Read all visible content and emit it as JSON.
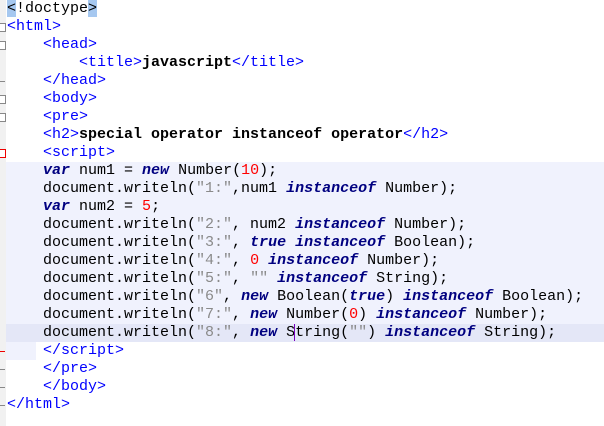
{
  "editor": {
    "lines": [
      {
        "fold": "",
        "tokens": [
          {
            "t": "<",
            "c": "hl"
          },
          {
            "t": "!doctype"
          },
          {
            "t": ">",
            "c": "hl"
          }
        ]
      },
      {
        "fold": "open",
        "tokens": [
          {
            "t": "<html>",
            "c": "tag"
          }
        ]
      },
      {
        "fold": "open",
        "tokens": [
          {
            "t": "    "
          },
          {
            "t": "<head>",
            "c": "tag"
          }
        ]
      },
      {
        "fold": "",
        "tokens": [
          {
            "t": "        "
          },
          {
            "t": "<title>",
            "c": "tag"
          },
          {
            "t": "javascript",
            "c": "bold"
          },
          {
            "t": "</title>",
            "c": "tag"
          }
        ]
      },
      {
        "fold": "end",
        "tokens": [
          {
            "t": "    "
          },
          {
            "t": "</head>",
            "c": "tag"
          }
        ]
      },
      {
        "fold": "open",
        "tokens": [
          {
            "t": "    "
          },
          {
            "t": "<body>",
            "c": "tag"
          }
        ]
      },
      {
        "fold": "open",
        "tokens": [
          {
            "t": "    "
          },
          {
            "t": "<pre>",
            "c": "tag"
          }
        ]
      },
      {
        "fold": "",
        "tokens": [
          {
            "t": "    "
          },
          {
            "t": "<h2>",
            "c": "tag"
          },
          {
            "t": "special operator instanceof operator",
            "c": "bold"
          },
          {
            "t": "</h2>",
            "c": "tag"
          }
        ]
      },
      {
        "fold": "open-red",
        "tokens": [
          {
            "t": "    "
          },
          {
            "t": "<script>",
            "c": "tag"
          }
        ]
      },
      {
        "fold": "",
        "mode": "script",
        "tokens": [
          {
            "t": "    "
          },
          {
            "t": "var",
            "c": "kw"
          },
          {
            "t": " num1 = "
          },
          {
            "t": "new",
            "c": "kw"
          },
          {
            "t": " Number("
          },
          {
            "t": "10",
            "c": "num"
          },
          {
            "t": ");"
          }
        ]
      },
      {
        "fold": "",
        "mode": "script",
        "tokens": [
          {
            "t": "    document.writeln("
          },
          {
            "t": "\"1:\"",
            "c": "str"
          },
          {
            "t": ",num1 "
          },
          {
            "t": "instanceof",
            "c": "kw"
          },
          {
            "t": " Number);"
          }
        ]
      },
      {
        "fold": "",
        "mode": "script",
        "tokens": [
          {
            "t": "    "
          },
          {
            "t": "var",
            "c": "kw"
          },
          {
            "t": " num2 = "
          },
          {
            "t": "5",
            "c": "num"
          },
          {
            "t": ";"
          }
        ]
      },
      {
        "fold": "",
        "mode": "script",
        "tokens": [
          {
            "t": "    document.writeln("
          },
          {
            "t": "\"2:\"",
            "c": "str"
          },
          {
            "t": ", num2 "
          },
          {
            "t": "instanceof",
            "c": "kw"
          },
          {
            "t": " Number);"
          }
        ]
      },
      {
        "fold": "",
        "mode": "script",
        "tokens": [
          {
            "t": "    document.writeln("
          },
          {
            "t": "\"3:\"",
            "c": "str"
          },
          {
            "t": ", "
          },
          {
            "t": "true",
            "c": "kw"
          },
          {
            "t": " "
          },
          {
            "t": "instanceof",
            "c": "kw"
          },
          {
            "t": " Boolean);"
          }
        ]
      },
      {
        "fold": "",
        "mode": "script",
        "tokens": [
          {
            "t": "    document.writeln("
          },
          {
            "t": "\"4:\"",
            "c": "str"
          },
          {
            "t": ", "
          },
          {
            "t": "0",
            "c": "num"
          },
          {
            "t": " "
          },
          {
            "t": "instanceof",
            "c": "kw"
          },
          {
            "t": " Number);"
          }
        ]
      },
      {
        "fold": "",
        "mode": "script",
        "tokens": [
          {
            "t": "    document.writeln("
          },
          {
            "t": "\"5:\"",
            "c": "str"
          },
          {
            "t": ", "
          },
          {
            "t": "\"\"",
            "c": "str"
          },
          {
            "t": " "
          },
          {
            "t": "instanceof",
            "c": "kw"
          },
          {
            "t": " String);"
          }
        ]
      },
      {
        "fold": "",
        "mode": "script",
        "tokens": [
          {
            "t": "    document.writeln("
          },
          {
            "t": "\"6\"",
            "c": "str"
          },
          {
            "t": ", "
          },
          {
            "t": "new",
            "c": "kw"
          },
          {
            "t": " Boolean("
          },
          {
            "t": "true",
            "c": "kw"
          },
          {
            "t": ") "
          },
          {
            "t": "instanceof",
            "c": "kw"
          },
          {
            "t": " Boolean);"
          }
        ]
      },
      {
        "fold": "",
        "mode": "script",
        "tokens": [
          {
            "t": "    document.writeln("
          },
          {
            "t": "\"7:\"",
            "c": "str"
          },
          {
            "t": ", "
          },
          {
            "t": "new",
            "c": "kw"
          },
          {
            "t": " Number("
          },
          {
            "t": "0",
            "c": "num"
          },
          {
            "t": ") "
          },
          {
            "t": "instanceof",
            "c": "kw"
          },
          {
            "t": " Number);"
          }
        ]
      },
      {
        "fold": "",
        "mode": "current",
        "tokens": [
          {
            "t": "    document.writeln("
          },
          {
            "t": "\"8:\"",
            "c": "str"
          },
          {
            "t": ", "
          },
          {
            "t": "new",
            "c": "kw"
          },
          {
            "t": " S"
          },
          {
            "t": "tring(",
            "c": "caret"
          },
          {
            "t": "\"\"",
            "c": "str"
          },
          {
            "t": ") "
          },
          {
            "t": "instanceof",
            "c": "kw"
          },
          {
            "t": " String);"
          }
        ]
      },
      {
        "fold": "end-red",
        "mode": "partial",
        "tokens": [
          {
            "t": "    "
          },
          {
            "t": "</script>",
            "c": "tag"
          }
        ]
      },
      {
        "fold": "end",
        "tokens": [
          {
            "t": "    "
          },
          {
            "t": "</pre>",
            "c": "tag"
          }
        ]
      },
      {
        "fold": "end",
        "tokens": [
          {
            "t": "    "
          },
          {
            "t": "</body>",
            "c": "tag"
          }
        ]
      },
      {
        "fold": "end",
        "tokens": [
          {
            "t": "</html>",
            "c": "tag"
          }
        ]
      }
    ]
  }
}
